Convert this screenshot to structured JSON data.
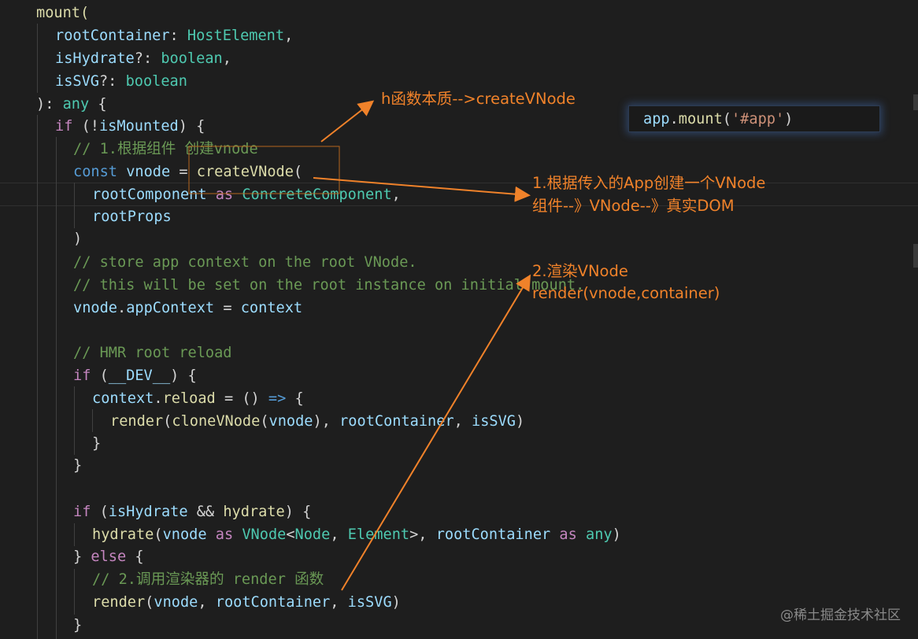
{
  "code": {
    "l1": "mount(",
    "l2_name": "rootContainer",
    "l2_type": "HostElement",
    "l3_name": "isHydrate",
    "l3_type": "boolean",
    "l4_name": "isSVG",
    "l4_type": "boolean",
    "l5_any": "any",
    "l6_if": "if",
    "l6_var": "isMounted",
    "l7_comment": "// 1.根据组件 创建vnode",
    "l8_const": "const",
    "l8_var": "vnode",
    "l8_fn": "createVNode",
    "l9_name": "rootComponent",
    "l9_as": "as",
    "l9_type": "ConcreteComponent",
    "l10_name": "rootProps",
    "l12_comment": "// store app context on the root VNode.",
    "l13_comment": "// this will be set on the root instance on initial mount.",
    "l14_obj": "vnode",
    "l14_prop": "appContext",
    "l14_val": "context",
    "l16_comment": "// HMR root reload",
    "l17_if": "if",
    "l17_var": "__DEV__",
    "l18_obj": "context",
    "l18_prop": "reload",
    "l18_arrow": "=>",
    "l19_fn": "render",
    "l19_fn2": "cloneVNode",
    "l19_arg": "vnode",
    "l19_arg2": "rootContainer",
    "l19_arg3": "isSVG",
    "l23_if": "if",
    "l23_a": "isHydrate",
    "l23_b": "hydrate",
    "l24_fn": "hydrate",
    "l24_arg": "vnode",
    "l24_as": "as",
    "l24_type": "VNode",
    "l24_t1": "Node",
    "l24_t2": "Element",
    "l24_arg2": "rootContainer",
    "l24_as2": "as",
    "l24_any": "any",
    "l25_else": "else",
    "l26_comment": "// 2.调用渲染器的 render 函数",
    "l27_fn": "render",
    "l27_arg": "vnode",
    "l27_arg2": "rootContainer",
    "l27_arg3": "isSVG"
  },
  "mount_call": {
    "obj": "app",
    "method": "mount",
    "arg": "'#app'"
  },
  "annotations": {
    "h_fn": "h函数本质-->createVNode",
    "step1_line1": "1.根据传入的App创建一个VNode",
    "step1_line2": "组件--》VNode--》真实DOM",
    "step2_line1": "2.渲染VNode",
    "step2_line2": "render(vnode,container)"
  },
  "watermark": "@稀土掘金技术社区",
  "colors": {
    "annotation": "#f0822a",
    "background": "#1e1e1e"
  }
}
